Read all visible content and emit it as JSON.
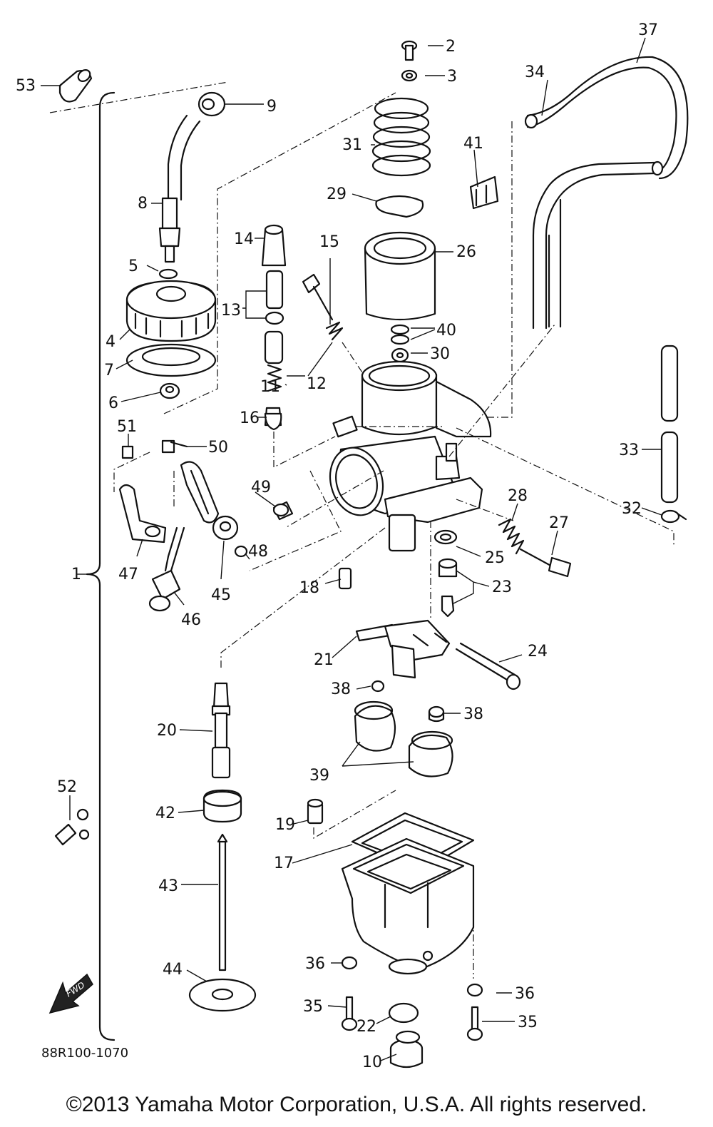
{
  "diagram": {
    "callouts": [
      "1",
      "2",
      "3",
      "4",
      "5",
      "6",
      "7",
      "8",
      "9",
      "10",
      "11",
      "12",
      "13",
      "14",
      "15",
      "16",
      "17",
      "18",
      "19",
      "20",
      "21",
      "22",
      "23",
      "24",
      "25",
      "26",
      "27",
      "28",
      "29",
      "30",
      "31",
      "32",
      "33",
      "34",
      "35",
      "36",
      "37",
      "38",
      "39",
      "40",
      "41",
      "42",
      "43",
      "44",
      "45",
      "46",
      "47",
      "48",
      "49",
      "50",
      "51",
      "52",
      "53"
    ],
    "front_arrow_text": "FWD"
  },
  "footer": {
    "code": "88R100-1070",
    "copyright": "©2013 Yamaha Motor Corporation, U.S.A. All rights reserved."
  }
}
